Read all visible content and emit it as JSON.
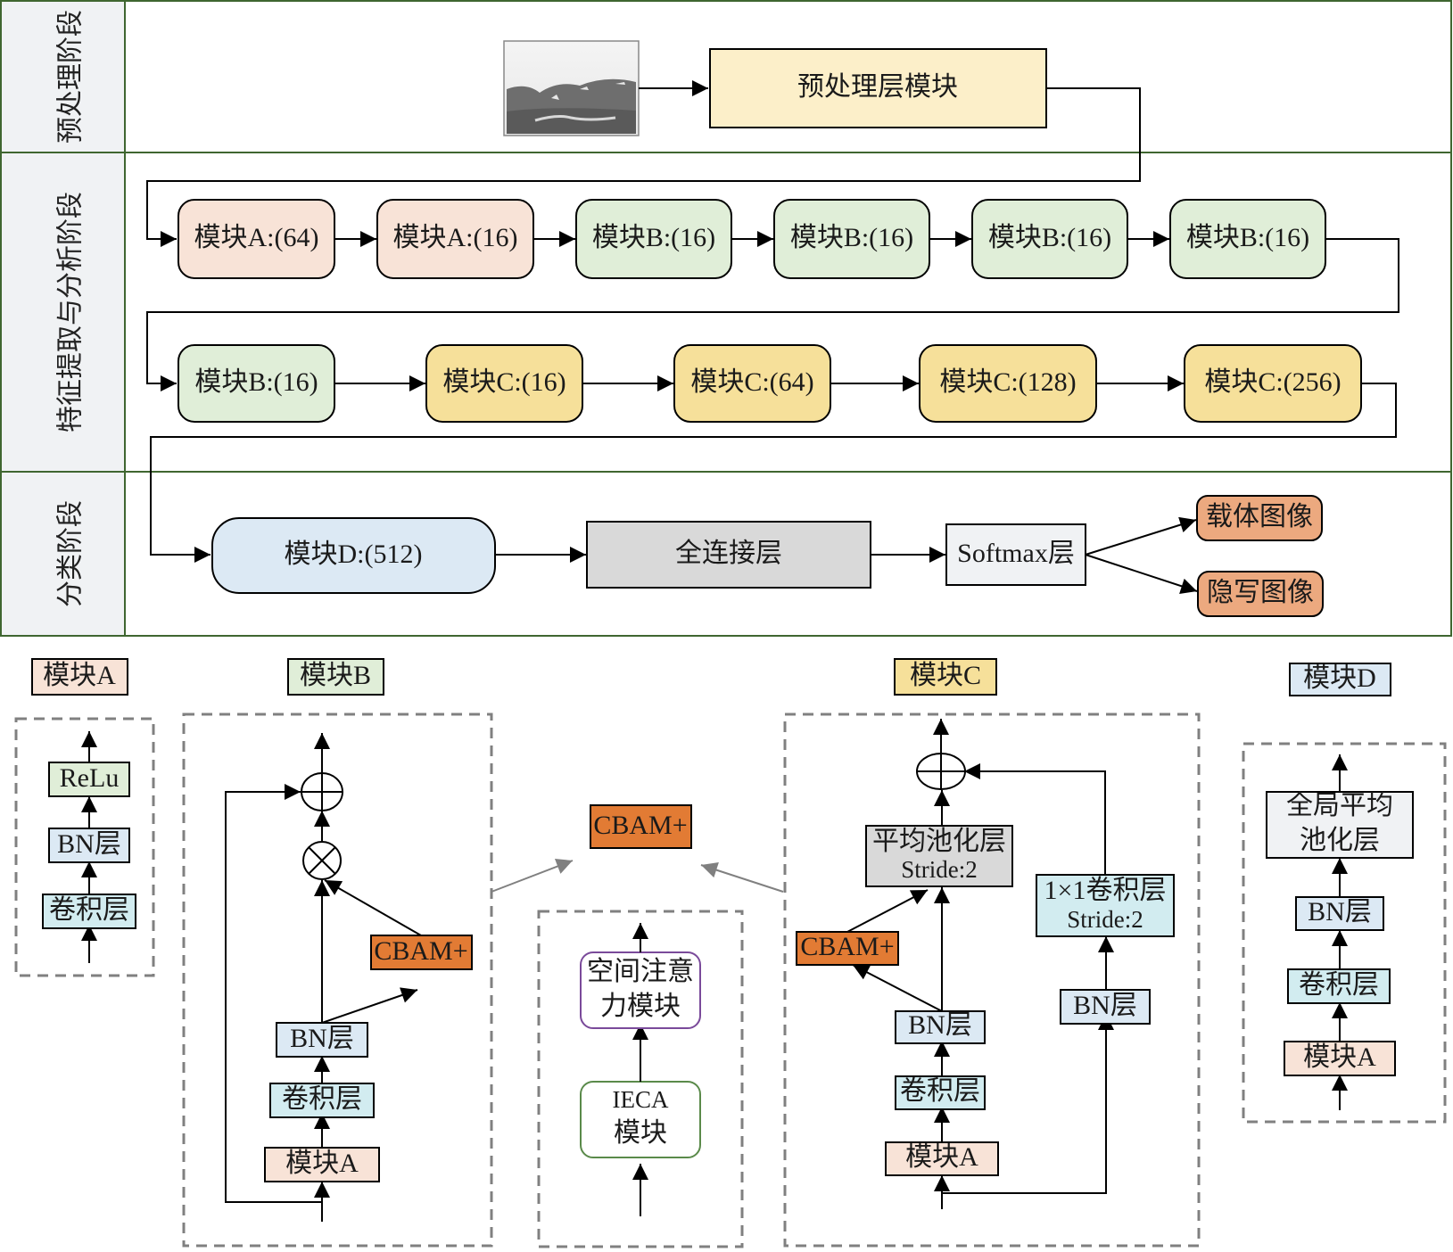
{
  "figure": {
    "stages": [
      {
        "id": "preprocess",
        "label": "预处理阶段"
      },
      {
        "id": "feature",
        "label": "特征提取与分析阶段"
      },
      {
        "id": "classify",
        "label": "分类阶段"
      }
    ],
    "preprocess": {
      "input_image": "landscape-photo (grayscale input image)",
      "module": "预处理层模块"
    },
    "feature_row1": [
      {
        "label": "模块A:(64)",
        "type": "A"
      },
      {
        "label": "模块A:(16)",
        "type": "A"
      },
      {
        "label": "模块B:(16)",
        "type": "B"
      },
      {
        "label": "模块B:(16)",
        "type": "B"
      },
      {
        "label": "模块B:(16)",
        "type": "B"
      },
      {
        "label": "模块B:(16)",
        "type": "B"
      }
    ],
    "feature_row2": [
      {
        "label": "模块B:(16)",
        "type": "B"
      },
      {
        "label": "模块C:(16)",
        "type": "C"
      },
      {
        "label": "模块C:(64)",
        "type": "C"
      },
      {
        "label": "模块C:(128)",
        "type": "C"
      },
      {
        "label": "模块C:(256)",
        "type": "C"
      }
    ],
    "classify": {
      "module_d": "模块D:(512)",
      "fc": "全连接层",
      "softmax": "Softmax层",
      "outputs": [
        "载体图像",
        "隐写图像"
      ]
    },
    "detail": {
      "module_a": {
        "title": "模块A",
        "layers": [
          "ReLu",
          "BN层",
          "卷积层"
        ]
      },
      "module_b": {
        "title": "模块B",
        "layers": [
          "BN层",
          "卷积层",
          "模块A"
        ],
        "attention": "CBAM+",
        "multiply": "⊗",
        "add": "⊕"
      },
      "cbam": {
        "title": "CBAM+",
        "layers": [
          "空间注意力模块",
          "IECA模块"
        ],
        "spatial_line1": "空间注意",
        "spatial_line2": "力模块",
        "ieca_line1": "IECA",
        "ieca_line2": "模块"
      },
      "module_c": {
        "title": "模块C",
        "pool_line1": "平均池化层",
        "pool_line2": "Stride:2",
        "conv1x1_line1": "1×1卷积层",
        "conv1x1_line2": "Stride:2",
        "attention": "CBAM+",
        "bn": "BN层",
        "conv": "卷积层",
        "module_a": "模块A",
        "bn_side": "BN层"
      },
      "module_d": {
        "title": "模块D",
        "gap_line1": "全局平均",
        "gap_line2": "池化层",
        "bn": "BN层",
        "conv": "卷积层",
        "module_a": "模块A"
      }
    },
    "colors": {
      "frame_border": "#3f6630",
      "stage_bg": "#f0f2f4",
      "module_a": "#f8e3d7",
      "module_b": "#e0eed8",
      "module_c": "#f6e09a",
      "module_d": "#dce9f4",
      "preprocess": "#fcefc9",
      "fc": "#d9d9d9",
      "softmax": "#f0f2f4",
      "output": "#eca97f",
      "cbam": "#e27b34",
      "conv": "#d2ecf0",
      "bn": "#dce9f4",
      "relu": "#e0eed8",
      "pool": "#d9d9d9",
      "gap": "#f0f2f4",
      "spatial_border": "#7a4a9a",
      "ieca_border": "#5a8a4a",
      "dashed": "#808080"
    }
  }
}
